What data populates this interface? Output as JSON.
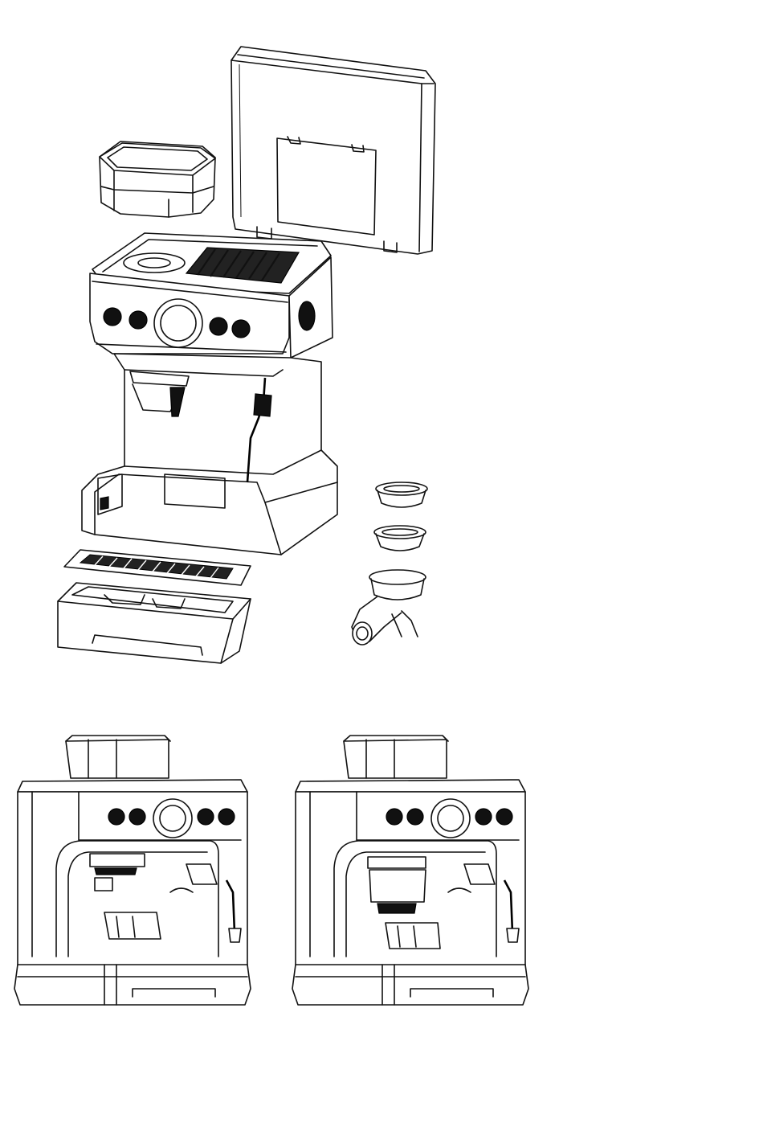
{
  "page": {
    "background": "#ffffff",
    "line_color": "#111111"
  },
  "figures": [
    {
      "id": "exploded-view",
      "kind": "exploded-assembly-drawing",
      "labels": []
    },
    {
      "id": "front-view-left",
      "kind": "front-view-drawing",
      "labels": []
    },
    {
      "id": "front-view-right",
      "kind": "front-view-drawing",
      "labels": []
    }
  ]
}
